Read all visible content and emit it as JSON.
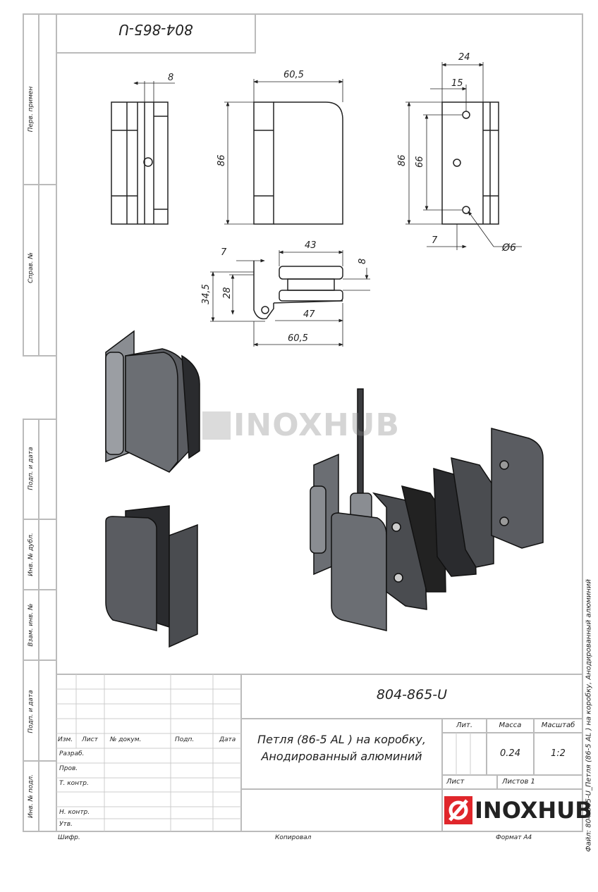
{
  "stamp_top": "804-865-U",
  "side_labels": [
    "Перв. примен",
    "Справ. №",
    "Подп. и дата",
    "Инв. № дубл.",
    "Взам. инв. №",
    "Подп. и дата",
    "Инв. № подл."
  ],
  "right_note": "Файл: 804-865-U_Петля (86-5 AL ) на коробку, Анодированный алюминий",
  "dimensions": {
    "left_view_width": "8",
    "front_width": "60,5",
    "front_height": "86",
    "right_total": "24",
    "right_inner": "15",
    "right_height": "86",
    "hole_spacing": "66",
    "hole_offset": "7",
    "hole_diameter": "Ø6",
    "top_leaf": "7",
    "top_plate": "43",
    "top_thickness": "8",
    "top_height_total": "34,5",
    "top_height": "28",
    "top_inner": "47",
    "top_overall": "60,5"
  },
  "watermark": "INOXHUB",
  "title_block": {
    "designation": "804-865-U",
    "name_line1": "Петля (86-5 AL ) на коробку,",
    "name_line2": "Анодированный алюминий",
    "headers": {
      "izm": "Изм.",
      "list": "Лист",
      "doc": "№ докум.",
      "podp": "Подп.",
      "date": "Дата"
    },
    "roles": [
      "Разраб.",
      "Пров.",
      "Т. контр.",
      "",
      "Н. контр.",
      "Утв."
    ],
    "lit_label": "Лит.",
    "mass_label": "Масса",
    "scale_label": "Масштаб",
    "mass": "0.24",
    "scale": "1:2",
    "sheet_label": "Лист",
    "sheets_label": "Листов 1",
    "logo_text": "INOXHUB",
    "logo_color": "#e0262b"
  },
  "footer": {
    "cipher": "Шифр.",
    "copied": "Копировал",
    "format": "Формат А4"
  }
}
